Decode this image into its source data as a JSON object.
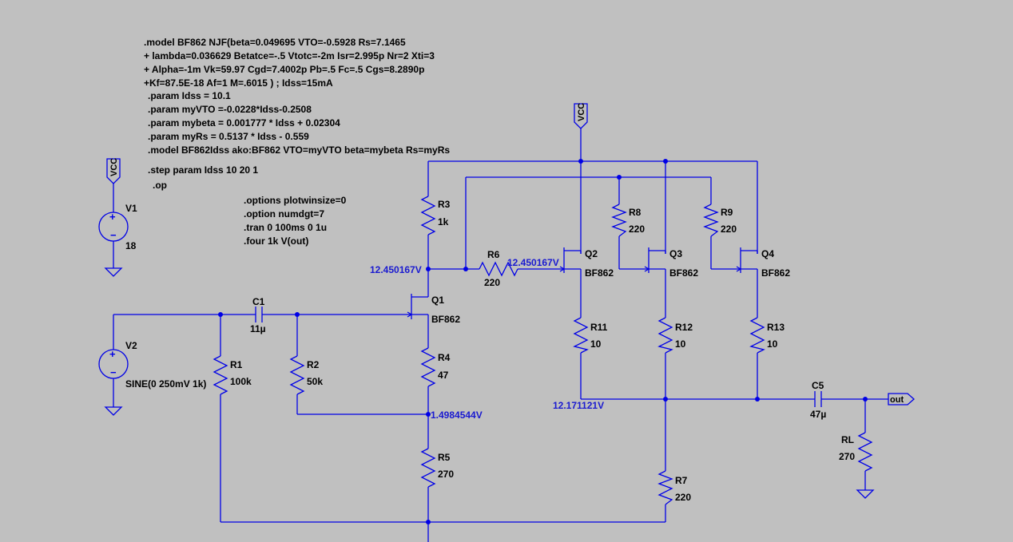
{
  "directives": [
    ".model BF862 NJF(beta=0.049695 VTO=-0.5928 Rs=7.1465",
    "+ lambda=0.036629 Betatce=-.5 Vtotc=-2m Isr=2.995p Nr=2 Xti=3",
    "+ Alpha=-1m Vk=59.97 Cgd=7.4002p Pb=.5 Fc=.5 Cgs=8.2890p",
    "+Kf=87.5E-18 Af=1 M=.6015 ) ; Idss=15mA",
    ".param Idss = 10.1",
    ".param myVTO =-0.0228*Idss-0.2508",
    ".param mybeta = 0.001777 * Idss + 0.02304",
    ".param myRs = 0.5137 * Idss - 0.559",
    ".model BF862Idss ako:BF862 VTO=myVTO beta=mybeta Rs=myRs",
    ".step param Idss 10 20 1",
    ".op"
  ],
  "options": [
    ".options plotwinsize=0",
    ".option numdgt=7",
    ".tran 0 100ms 0 1u",
    ".four 1k V(out)"
  ],
  "flags": {
    "vcc": "VCC",
    "out": "out"
  },
  "sources": {
    "v1": {
      "name": "V1",
      "value": "18"
    },
    "v2": {
      "name": "V2",
      "value": "SINE(0 250mV 1k)"
    }
  },
  "resistors": {
    "r1": {
      "name": "R1",
      "value": "100k"
    },
    "r2": {
      "name": "R2",
      "value": "50k"
    },
    "r3": {
      "name": "R3",
      "value": "1k"
    },
    "r4": {
      "name": "R4",
      "value": "47"
    },
    "r5": {
      "name": "R5",
      "value": "270"
    },
    "r6": {
      "name": "R6",
      "value": "220"
    },
    "r7": {
      "name": "R7",
      "value": "220"
    },
    "r8": {
      "name": "R8",
      "value": "220"
    },
    "r9": {
      "name": "R9",
      "value": "220"
    },
    "r11": {
      "name": "R11",
      "value": "10"
    },
    "r12": {
      "name": "R12",
      "value": "10"
    },
    "r13": {
      "name": "R13",
      "value": "10"
    },
    "rl": {
      "name": "RL",
      "value": "270"
    }
  },
  "capacitors": {
    "c1": {
      "name": "C1",
      "value": "11µ"
    },
    "c5": {
      "name": "C5",
      "value": "47µ"
    }
  },
  "transistors": {
    "q1": {
      "name": "Q1",
      "model": "BF862"
    },
    "q2": {
      "name": "Q2",
      "model": "BF862"
    },
    "q3": {
      "name": "Q3",
      "model": "BF862"
    },
    "q4": {
      "name": "Q4",
      "model": "BF862"
    }
  },
  "voltages": {
    "q1_drain": "12.450167V",
    "r6_out": "12.450167V",
    "q1_source": "1.4984544V",
    "sources_node": "12.171121V"
  },
  "colors": {
    "background": "#c0c0c0",
    "wire": "#0000e6",
    "voltage_label": "#1a1ad0"
  }
}
